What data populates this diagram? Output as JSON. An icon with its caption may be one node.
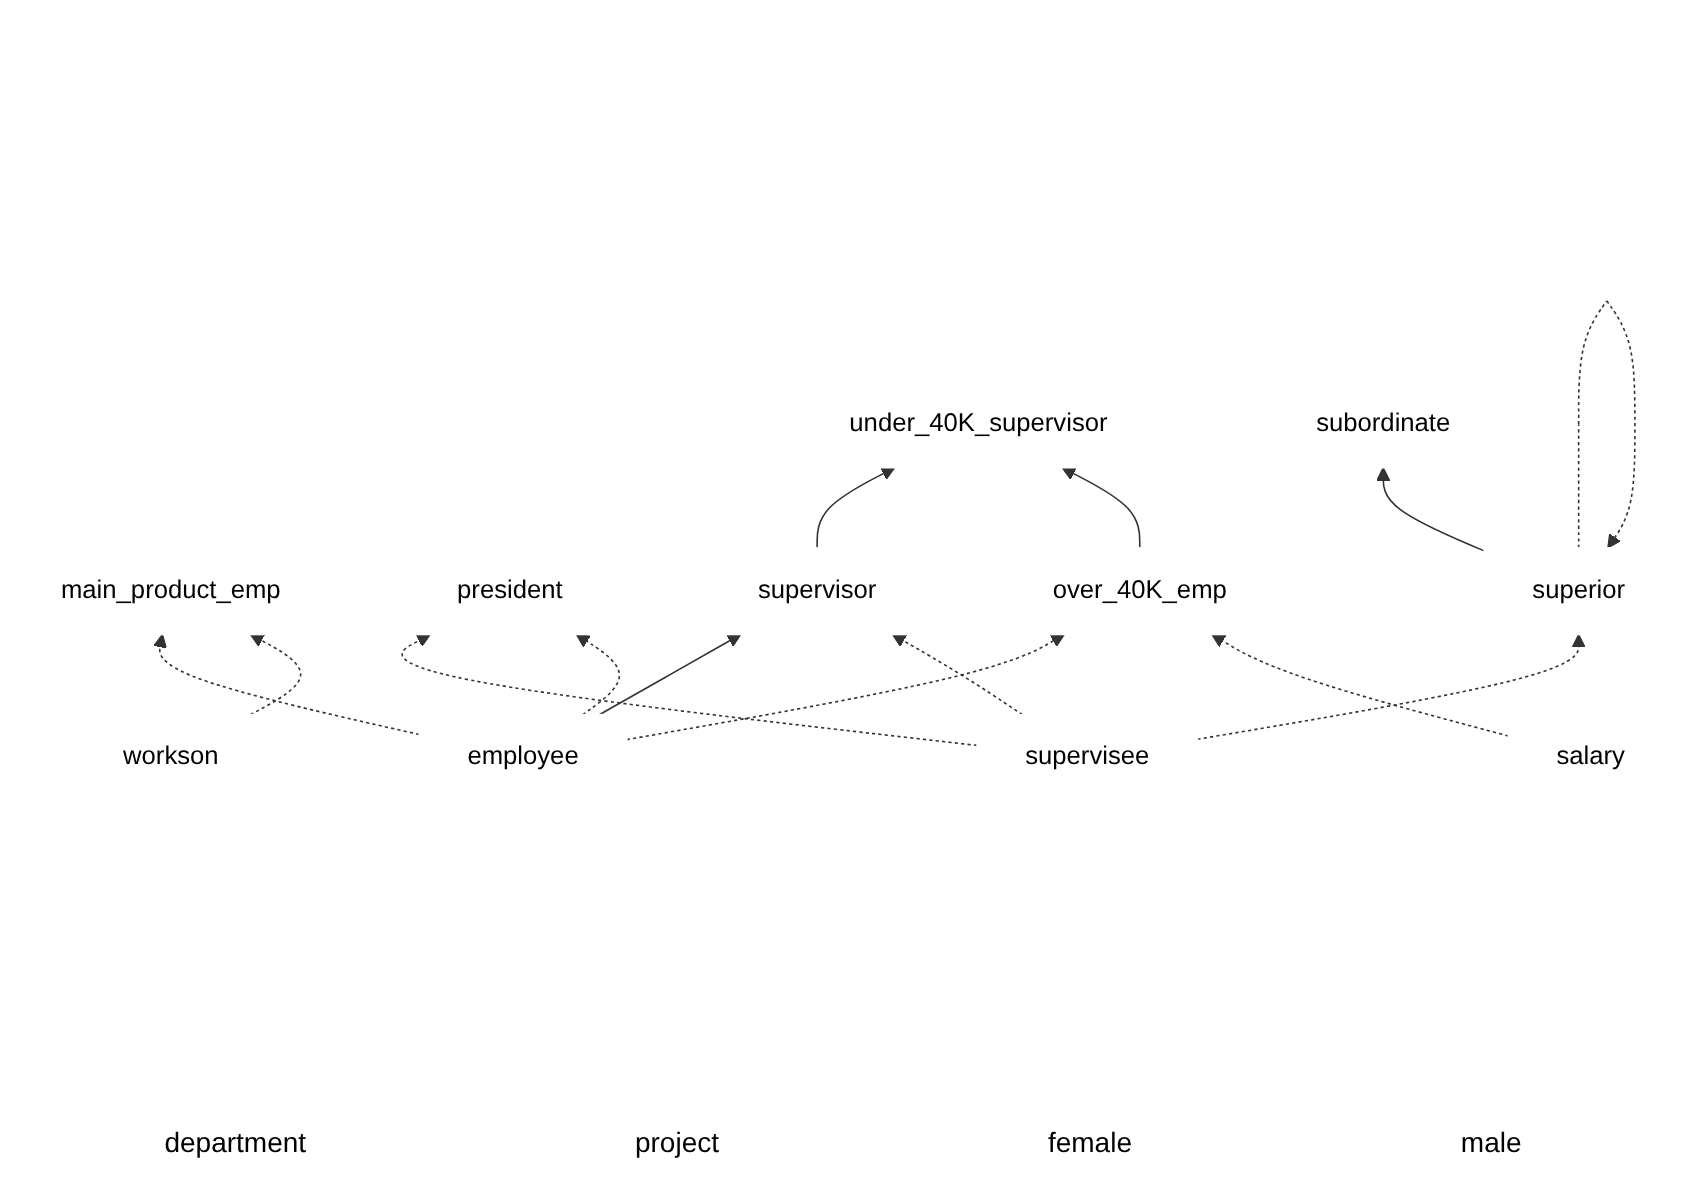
{
  "diagram": {
    "nodes": [
      {
        "text": [
          "supervisor"
        ]
      },
      {
        "text": [
          "under_40K_supervisor"
        ]
      },
      {
        "text": [
          "subordinate"
        ]
      },
      {
        "text": [
          "president"
        ]
      },
      {
        "text": [
          "main_product_emp"
        ]
      },
      {
        "text": [
          "superior"
        ]
      },
      {
        "text": [
          "over_40K_emp"
        ]
      },
      {
        "text": [
          "workson"
        ]
      },
      {
        "text": [
          "employee"
        ]
      },
      {
        "text": [
          "salary"
        ]
      },
      {
        "text": [
          "supervisee"
        ]
      }
    ],
    "edges": [
      {
        "from": 0,
        "to": 1,
        "arrow": "to"
      },
      {
        "from": 8,
        "to": 0,
        "arrow": "to"
      },
      {
        "from": 6,
        "to": 1,
        "arrow": "to"
      },
      {
        "from": 10,
        "to": 0,
        "arrow": "to",
        "style": "dashed"
      },
      {
        "from": 10,
        "to": 3,
        "arrow": "to",
        "style": "dashed"
      },
      {
        "from": 8,
        "to": 3,
        "arrow": "to",
        "style": "dashed"
      },
      {
        "from": 8,
        "to": 4,
        "arrow": "to",
        "style": "dashed"
      },
      {
        "from": 8,
        "to": 6,
        "arrow": "to",
        "style": "dashed"
      },
      {
        "from": 7,
        "to": 4,
        "arrow": "to",
        "style": "dashed"
      },
      {
        "from": 9,
        "to": 6,
        "arrow": "to",
        "style": "dashed"
      },
      {
        "from": 5,
        "to": 5,
        "arrow": "to",
        "style": "dashed"
      },
      {
        "from": 5,
        "to": 2,
        "arrow": "to"
      },
      {
        "from": 10,
        "to": 5,
        "arrow": "to",
        "style": "dashed"
      }
    ],
    "labels": [
      "department",
      "project",
      "female",
      "male"
    ]
  }
}
